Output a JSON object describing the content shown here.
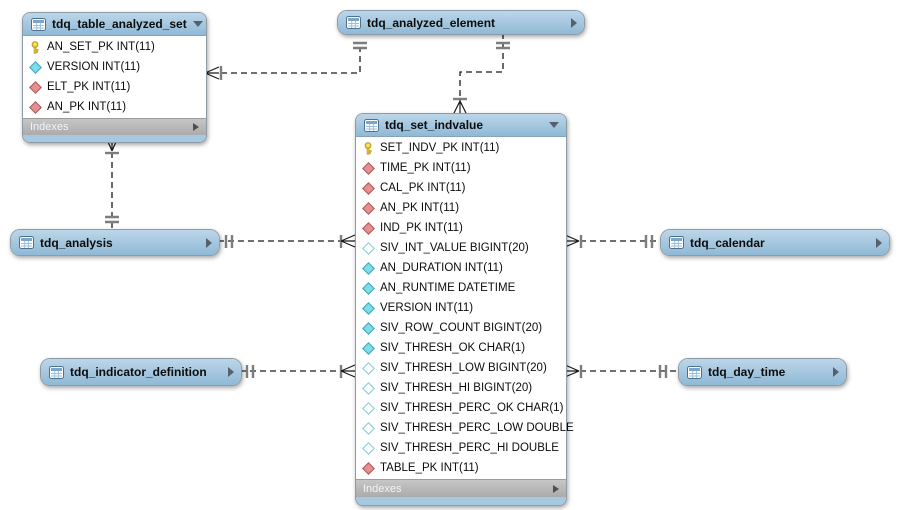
{
  "diagram": {
    "tables": [
      {
        "id": "tdq_table_analyzed_set",
        "title": "tdq_table_analyzed_set",
        "collapsed": false,
        "footer": "Indexes",
        "columns": [
          {
            "icon": "primary-key",
            "name": "AN_SET_PK",
            "type": "INT(11)"
          },
          {
            "icon": "attribute-notnull",
            "name": "VERSION",
            "type": "INT(11)"
          },
          {
            "icon": "foreign-key",
            "name": "ELT_PK",
            "type": "INT(11)"
          },
          {
            "icon": "foreign-key",
            "name": "AN_PK",
            "type": "INT(11)"
          }
        ]
      },
      {
        "id": "tdq_analyzed_element",
        "title": "tdq_analyzed_element",
        "collapsed": true
      },
      {
        "id": "tdq_set_indvalue",
        "title": "tdq_set_indvalue",
        "collapsed": false,
        "footer": "Indexes",
        "columns": [
          {
            "icon": "primary-key",
            "name": "SET_INDV_PK",
            "type": "INT(11)"
          },
          {
            "icon": "foreign-key",
            "name": "TIME_PK",
            "type": "INT(11)"
          },
          {
            "icon": "foreign-key",
            "name": "CAL_PK",
            "type": "INT(11)"
          },
          {
            "icon": "foreign-key",
            "name": "AN_PK",
            "type": "INT(11)"
          },
          {
            "icon": "foreign-key",
            "name": "IND_PK",
            "type": "INT(11)"
          },
          {
            "icon": "attribute-nullable",
            "name": "SIV_INT_VALUE",
            "type": "BIGINT(20)"
          },
          {
            "icon": "attribute-notnull",
            "name": "AN_DURATION",
            "type": "INT(11)"
          },
          {
            "icon": "attribute-notnull",
            "name": "AN_RUNTIME",
            "type": "DATETIME"
          },
          {
            "icon": "attribute-notnull",
            "name": "VERSION",
            "type": "INT(11)"
          },
          {
            "icon": "attribute-notnull",
            "name": "SIV_ROW_COUNT",
            "type": "BIGINT(20)"
          },
          {
            "icon": "attribute-notnull",
            "name": "SIV_THRESH_OK",
            "type": "CHAR(1)"
          },
          {
            "icon": "attribute-nullable",
            "name": "SIV_THRESH_LOW",
            "type": "BIGINT(20)"
          },
          {
            "icon": "attribute-nullable",
            "name": "SIV_THRESH_HI",
            "type": "BIGINT(20)"
          },
          {
            "icon": "attribute-nullable",
            "name": "SIV_THRESH_PERC_OK",
            "type": "CHAR(1)"
          },
          {
            "icon": "attribute-nullable",
            "name": "SIV_THRESH_PERC_LOW",
            "type": "DOUBLE"
          },
          {
            "icon": "attribute-nullable",
            "name": "SIV_THRESH_PERC_HI",
            "type": "DOUBLE"
          },
          {
            "icon": "foreign-key",
            "name": "TABLE_PK",
            "type": "INT(11)"
          }
        ]
      },
      {
        "id": "tdq_analysis",
        "title": "tdq_analysis",
        "collapsed": true
      },
      {
        "id": "tdq_calendar",
        "title": "tdq_calendar",
        "collapsed": true
      },
      {
        "id": "tdq_indicator_definition",
        "title": "tdq_indicator_definition",
        "collapsed": true
      },
      {
        "id": "tdq_day_time",
        "title": "tdq_day_time",
        "collapsed": true
      }
    ],
    "relationships": [
      {
        "from": "tdq_analyzed_element",
        "to": "tdq_table_analyzed_set",
        "cardinality": "one-to-many"
      },
      {
        "from": "tdq_analyzed_element",
        "to": "tdq_set_indvalue",
        "cardinality": "one-to-many"
      },
      {
        "from": "tdq_analysis",
        "to": "tdq_table_analyzed_set",
        "cardinality": "one-to-many"
      },
      {
        "from": "tdq_analysis",
        "to": "tdq_set_indvalue",
        "cardinality": "one-to-many"
      },
      {
        "from": "tdq_calendar",
        "to": "tdq_set_indvalue",
        "cardinality": "one-to-many"
      },
      {
        "from": "tdq_indicator_definition",
        "to": "tdq_set_indvalue",
        "cardinality": "one-to-many"
      },
      {
        "from": "tdq_day_time",
        "to": "tdq_set_indvalue",
        "cardinality": "one-to-many"
      }
    ],
    "colors": {
      "header_blue_top": "#bcd6e9",
      "header_blue_bottom": "#8fb9d6",
      "bottom_strip_blue": "#a6c8e1",
      "indexes_gray": "#b5b5b5",
      "pk_yellow": "#f0cd3c",
      "fk_red": "#e59090",
      "attr_cyan": "#7edde9",
      "line_black": "#1a1a1a",
      "tick_gray": "#7d7d7d"
    }
  }
}
